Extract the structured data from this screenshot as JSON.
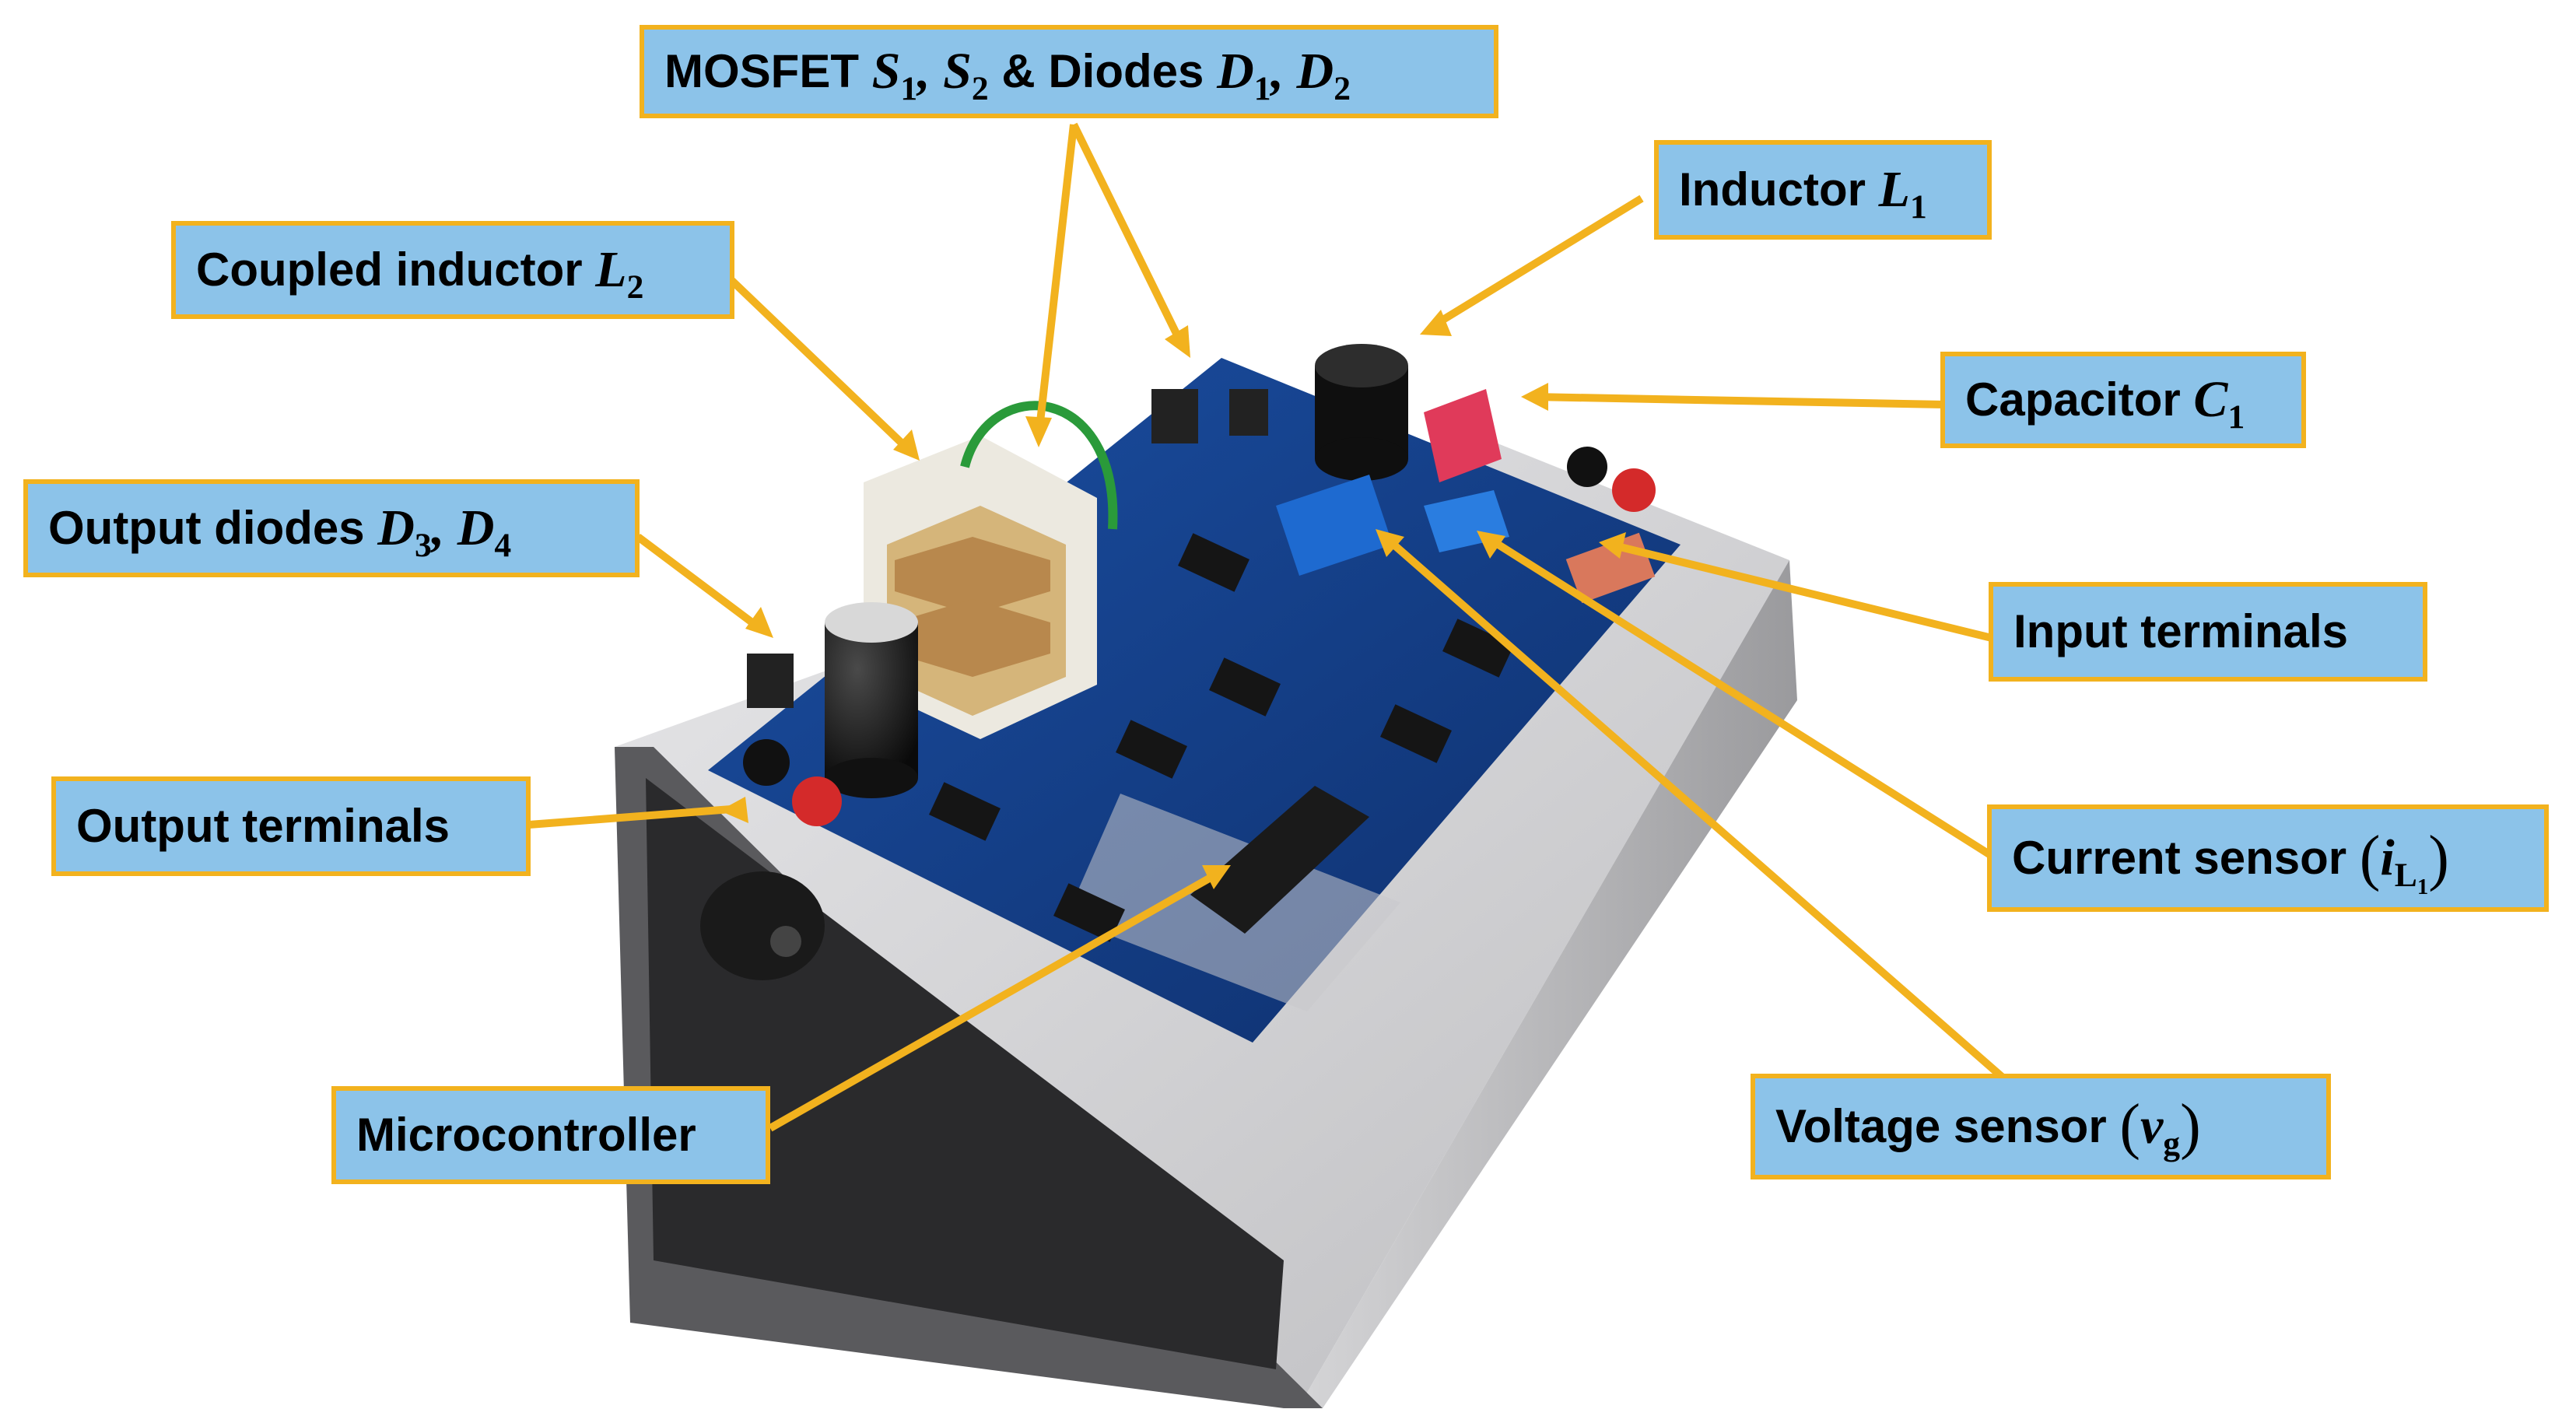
{
  "callouts": {
    "mosfet": {
      "text": "MOSFET",
      "s": "S",
      "s1": "1",
      "s2": "2",
      "amp": "& Diodes",
      "d": "D",
      "d1": "1",
      "d2": "2",
      "comma": ","
    },
    "inductor_l1": {
      "text": "Inductor",
      "sym": "L",
      "sub": "1"
    },
    "coupled": {
      "text": "Coupled inductor",
      "sym": "L",
      "sub": "2"
    },
    "capacitor": {
      "text": "Capacitor",
      "sym": "C",
      "sub": "1"
    },
    "output_diodes": {
      "text": "Output diodes",
      "d": "D",
      "d3": "3",
      "d4": "4",
      "comma": ","
    },
    "input_terminals": {
      "text": "Input terminals"
    },
    "output_terminals": {
      "text": "Output terminals"
    },
    "current_sensor": {
      "text": "Current sensor",
      "sym": "i",
      "sub": "L",
      "subsub": "1",
      "open": "(",
      "close": ")"
    },
    "microcontroller": {
      "text": "Microcontroller"
    },
    "voltage_sensor": {
      "text": "Voltage sensor",
      "sym": "v",
      "sub": "g",
      "open": "(",
      "close": ")"
    }
  },
  "colors": {
    "callout_fill": "#8cc3e9",
    "callout_border": "#f2b21e",
    "leader_line": "#f2b21e",
    "pcb": "#173f8a",
    "chassis": "#c9c9cb"
  }
}
